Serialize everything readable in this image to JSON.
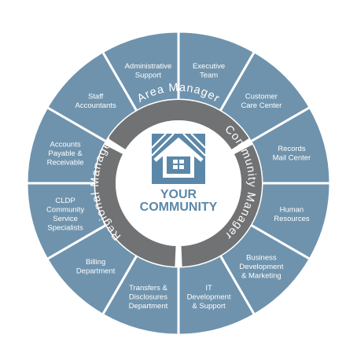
{
  "colors": {
    "segment": "#6f93ad",
    "segment_stroke": "#ffffff",
    "ring": "#707274",
    "center_bg": "#ffffff",
    "brand": "#5b88a8",
    "label": "#ffffff"
  },
  "segments": [
    {
      "lines": [
        "Executive",
        "Team"
      ]
    },
    {
      "lines": [
        "Customer",
        "Care Center"
      ]
    },
    {
      "lines": [
        "Records",
        "Mail Center"
      ]
    },
    {
      "lines": [
        "Human",
        "Resources"
      ]
    },
    {
      "lines": [
        "Business",
        "Development",
        "& Marketing"
      ]
    },
    {
      "lines": [
        "IT",
        "Development",
        "& Support"
      ]
    },
    {
      "lines": [
        "Transfers &",
        "Disclosures",
        "Department"
      ]
    },
    {
      "lines": [
        "Billing",
        "Department"
      ]
    },
    {
      "lines": [
        "CLDP",
        "Community",
        "Service",
        "Specialists"
      ]
    },
    {
      "lines": [
        "Accounts",
        "Payable &",
        "Receivable"
      ]
    },
    {
      "lines": [
        "Staff",
        "Accountants"
      ]
    },
    {
      "lines": [
        "Administrative",
        "Support"
      ]
    }
  ],
  "ring": {
    "top": "Area Manager",
    "right": "Community Manager",
    "left": "Regional Manager"
  },
  "center": {
    "logo_icon": "house-icon",
    "line1": "YOUR",
    "line2": "COMMUNITY"
  }
}
